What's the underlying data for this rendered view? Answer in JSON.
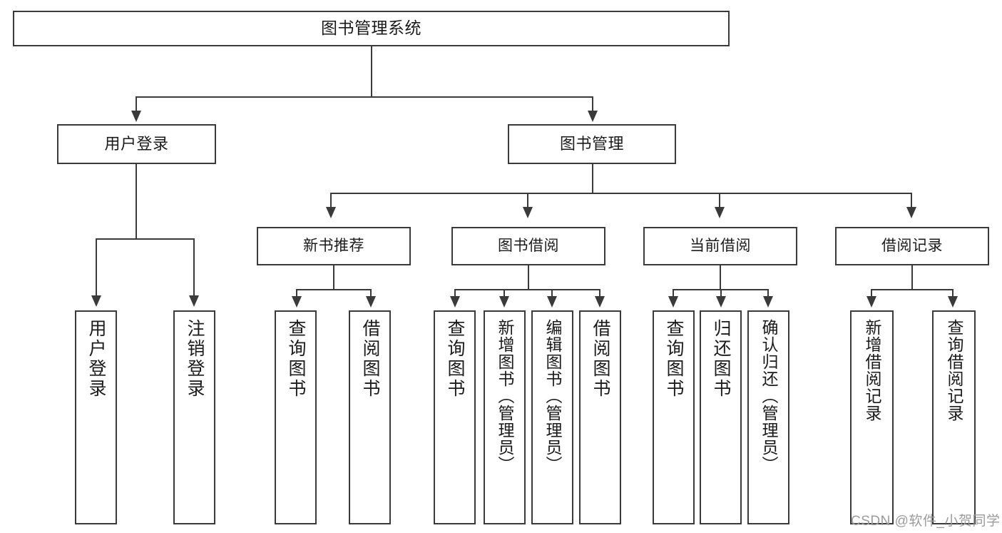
{
  "diagram": {
    "title": "图书管理系统",
    "watermark": "CSDN @软件_小贺同学",
    "accent_color": "#3a3a3a",
    "background_color": "#ffffff",
    "root": {
      "label": "图书管理系统"
    },
    "tier2": [
      {
        "label": "用户登录"
      },
      {
        "label": "图书管理"
      }
    ],
    "tier3": [
      {
        "label": "新书推荐"
      },
      {
        "label": "图书借阅"
      },
      {
        "label": "当前借阅"
      },
      {
        "label": "借阅记录"
      }
    ],
    "leaves": {
      "user_login": [
        {
          "label": "用户登录"
        },
        {
          "label": "注销登录"
        }
      ],
      "new_books": [
        {
          "label": "查询图书"
        },
        {
          "label": "借阅图书"
        }
      ],
      "book_borrow": [
        {
          "label": "查询图书"
        },
        {
          "label": "新增图书（管理员）"
        },
        {
          "label": "编辑图书（管理员）"
        },
        {
          "label": "借阅图书"
        }
      ],
      "current_borrow": [
        {
          "label": "查询图书"
        },
        {
          "label": "归还图书"
        },
        {
          "label": "确认归还（管理员）"
        }
      ],
      "borrow_records": [
        {
          "label": "新增借阅记录"
        },
        {
          "label": "查询借阅记录"
        }
      ]
    }
  }
}
